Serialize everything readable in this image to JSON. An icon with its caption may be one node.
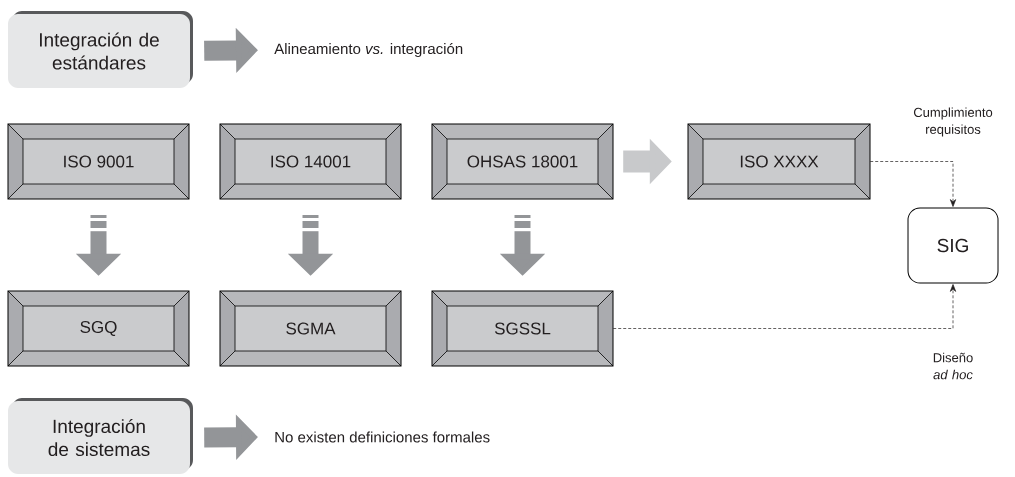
{
  "diagram": {
    "nodes": [
      {
        "text": [
          "Integración de estándares"
        ]
      },
      {
        "text": [
          "Alineamiento *vs.* integración"
        ]
      },
      {
        "text": [
          "ISO 9001"
        ]
      },
      {
        "text": [
          "ISO 14001"
        ]
      },
      {
        "text": [
          "OHSAS 18001"
        ]
      },
      {
        "text": [
          "ISO XXXX"
        ]
      },
      {
        "text": [
          "SIG"
        ]
      },
      {
        "text": [
          "SGQ"
        ]
      },
      {
        "text": [
          "SGMA"
        ]
      },
      {
        "text": [
          "SGSSL"
        ]
      },
      {
        "text": [
          "Integración de sistemas"
        ]
      },
      {
        "text": [
          "No existen definiciones formales"
        ]
      }
    ],
    "edges": [
      {
        "from": 0,
        "to": 1,
        "arrow": "to"
      },
      {
        "from": 4,
        "to": 5,
        "arrow": "to",
        "color": "#c8c9cb"
      },
      {
        "from": 2,
        "to": 7,
        "arrow": "to"
      },
      {
        "from": 3,
        "to": 8,
        "arrow": "to"
      },
      {
        "from": 4,
        "to": 9,
        "arrow": "to"
      },
      {
        "from": 5,
        "to": 6,
        "arrow": "to",
        "style": "dashed",
        "color": "#231f20",
        "label": "Cumplimiento requisitos"
      },
      {
        "from": 9,
        "to": 6,
        "arrow": "to",
        "style": "dashed",
        "color": "#231f20",
        "label": "Diseño *ad hoc*"
      },
      {
        "from": 10,
        "to": 11,
        "arrow": "to"
      }
    ]
  }
}
